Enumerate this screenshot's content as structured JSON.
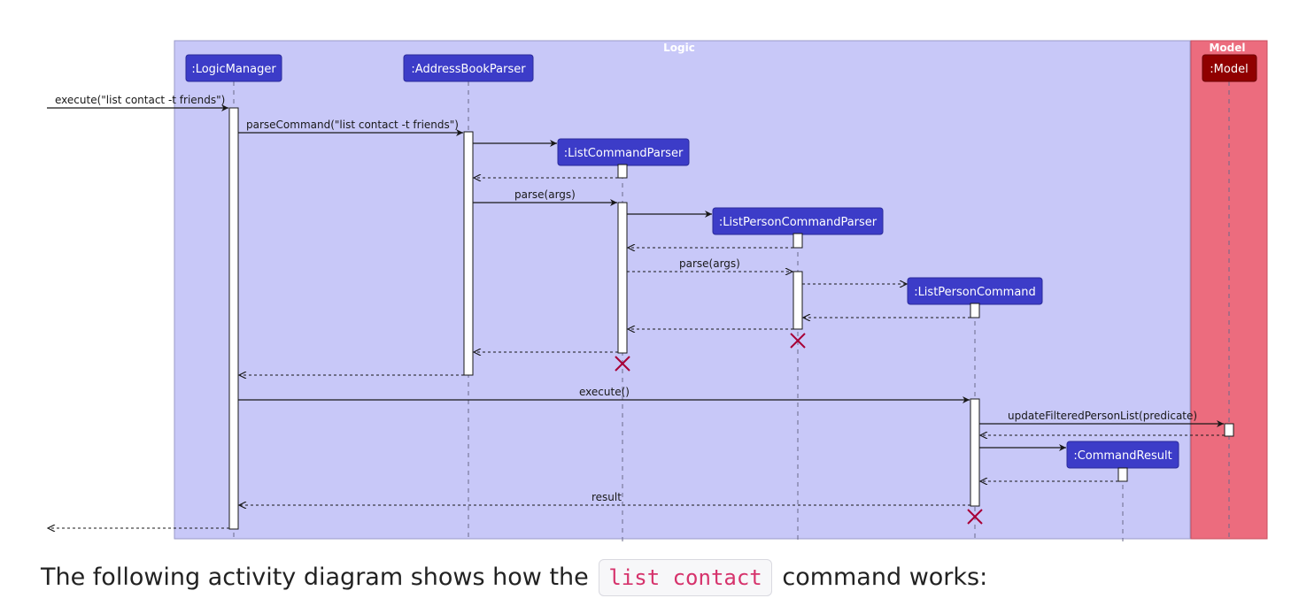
{
  "diagram": {
    "logic_box": {
      "label": "Logic",
      "color": "#c8c8f8"
    },
    "model_box": {
      "label": "Model",
      "color": "#ec6c7e"
    },
    "participants": [
      {
        "id": "logicmanager",
        "label": ":LogicManager",
        "color": "#3c3cc8"
      },
      {
        "id": "addressbookparser",
        "label": ":AddressBookParser",
        "color": "#3c3cc8"
      },
      {
        "id": "listcommandparser",
        "label": ":ListCommandParser",
        "color": "#3c3cc8"
      },
      {
        "id": "listpersoncommandparser",
        "label": ":ListPersonCommandParser",
        "color": "#3c3cc8"
      },
      {
        "id": "listpersoncommand",
        "label": ":ListPersonCommand",
        "color": "#3c3cc8"
      },
      {
        "id": "commandresult",
        "label": ":CommandResult",
        "color": "#3c3cc8"
      },
      {
        "id": "model",
        "label": ":Model",
        "color": "#900000"
      }
    ],
    "messages": {
      "execute_input": "execute(\"list contact -t friends\")",
      "parse_command": "parseCommand(\"list contact -t friends\")",
      "parse_args_1": "parse(args)",
      "parse_args_2": "parse(args)",
      "execute": "execute()",
      "update_filtered": "updateFilteredPersonList(predicate)",
      "result": "result"
    },
    "destroy_color": "#a80036"
  },
  "caption": {
    "before": "The following activity diagram shows how the",
    "code": "list contact",
    "after": "command works:"
  }
}
